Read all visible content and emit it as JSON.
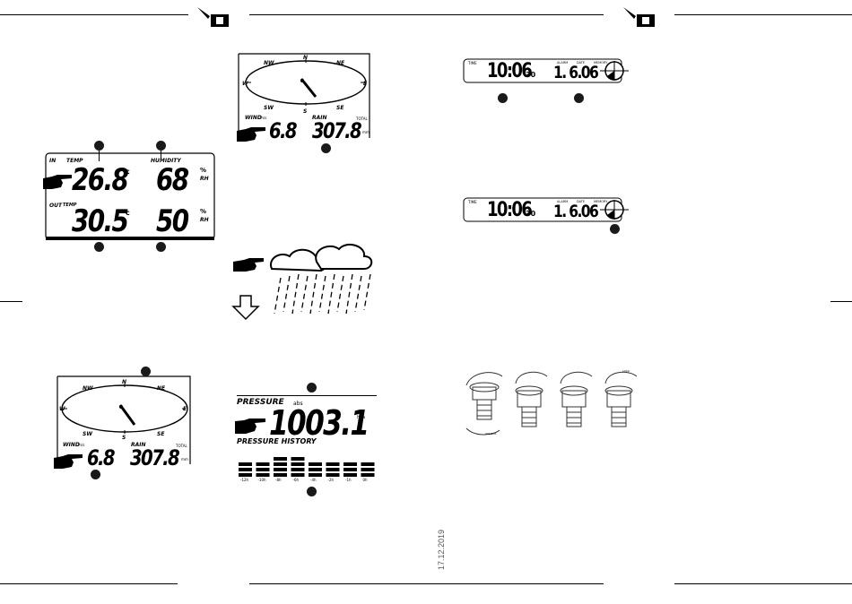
{
  "indoor_outdoor": {
    "in_label": "IN",
    "temp_label": "TEMP",
    "humidity_label": "HUMIDITY",
    "in_temp": "26.8",
    "in_hum": "68",
    "out_label": "OUT",
    "out_temp_label": "TEMP",
    "out_temp": "30.5",
    "out_hum": "50",
    "deg_c": "°c",
    "pct": "%",
    "rh": "RH"
  },
  "wind_rain_top": {
    "n": "N",
    "nw": "NW",
    "ne": "NE",
    "w": "W",
    "e": "E",
    "sw": "SW",
    "s": "S",
    "se": "SE",
    "wind_label": "WIND",
    "wind_unit": "m/s",
    "rain_label": "RAIN",
    "total": "TOTAL",
    "wind_value": "6.8",
    "rain_value": "307.8",
    "rain_unit": "mm"
  },
  "wind_rain_bottom": {
    "n": "N",
    "nw": "NW",
    "ne": "NE",
    "w": "W",
    "e": "E",
    "sw": "SW",
    "s": "S",
    "se": "SE",
    "wind_label": "WIND",
    "wind_unit": "m/s",
    "rain_label": "RAIN",
    "total": "TOTAL",
    "wind_value": "6.8",
    "rain_value": "307.8",
    "rain_unit": "mm"
  },
  "pressure": {
    "title": "PRESSURE",
    "abs": "abs",
    "value": "1003.1",
    "unit": "hPa",
    "history": "PRESSURE HISTORY",
    "ticks": [
      "-12h",
      "-10h",
      "-8h",
      "-6h",
      "-4h",
      "-2h",
      "-1h",
      "0h"
    ],
    "bar_levels": [
      3,
      3,
      4,
      4,
      3,
      3,
      3,
      3
    ]
  },
  "time_top": {
    "time_label": "TIME",
    "time": "10:06",
    "seconds": "30",
    "alarm_label": "ALARM",
    "date_label": "DATE",
    "date": "1. 6.06",
    "memory_label": "MEMORY"
  },
  "time_bottom": {
    "time_label": "TIME",
    "time": "10:06",
    "seconds": "30",
    "alarm_label": "ALARM",
    "date_label": "DATE",
    "date": "1. 6.06",
    "memory_label": "MEMORY"
  },
  "footer_date": "17.12.2019",
  "sensor_labels": [
    "LOCK",
    "UNLOCK"
  ]
}
